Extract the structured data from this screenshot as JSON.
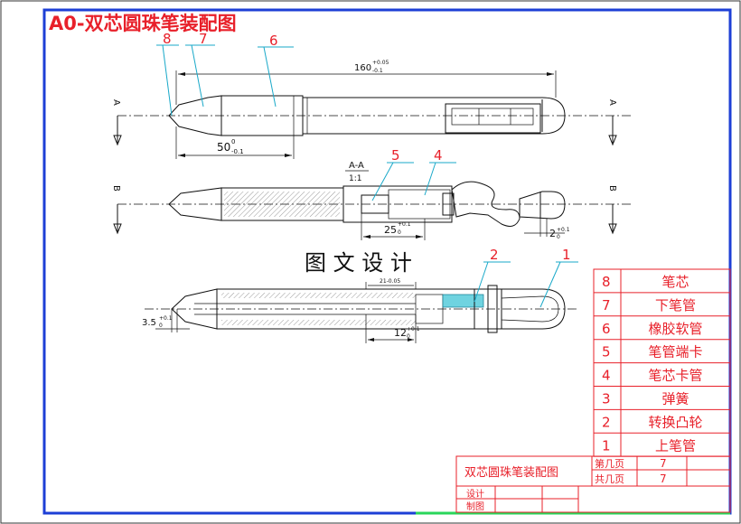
{
  "title": "A0-双芯圆珠笔装配图",
  "center_caption": "图 文 设 计",
  "section_labels": {
    "a": "A",
    "b": "B",
    "section_name": "A-A",
    "scale": "1:1"
  },
  "dimensions": {
    "overall_length": "160",
    "overall_tol_upper": "+0.05",
    "overall_tol_lower": "-0.1",
    "lower_length": "50",
    "lower_tol_upper": "0",
    "lower_tol_lower": "-0.1",
    "section_length": "25",
    "section_tol_upper": "+0.1",
    "section_tol_lower": "0",
    "small_dim": "2",
    "small_tol_upper": "+0.1",
    "small_tol_lower": "0",
    "tip_dim": "3.5",
    "tip_tol_upper": "+0.1",
    "tip_tol_lower": "0",
    "inner_length": "12",
    "inner_tol_upper": "+0.1",
    "inner_tol_lower": "0",
    "top_small": "21-0.05"
  },
  "balloons": [
    "8",
    "7",
    "6",
    "5",
    "4",
    "2",
    "1"
  ],
  "parts": [
    {
      "no": "8",
      "name": "笔芯"
    },
    {
      "no": "7",
      "name": "下笔管"
    },
    {
      "no": "6",
      "name": "橡胶软管"
    },
    {
      "no": "5",
      "name": "笔管端卡"
    },
    {
      "no": "4",
      "name": "笔芯卡管"
    },
    {
      "no": "3",
      "name": "弹簧"
    },
    {
      "no": "2",
      "name": "转换凸轮"
    },
    {
      "no": "1",
      "name": "上笔管"
    }
  ],
  "title_block": {
    "drawing_name": "双芯圆珠笔装配图",
    "sheet_label": "第几页",
    "sheet_value": "7",
    "total_label": "共几页",
    "total_value": "7",
    "design_label": "设计",
    "draw_label": "制图"
  }
}
